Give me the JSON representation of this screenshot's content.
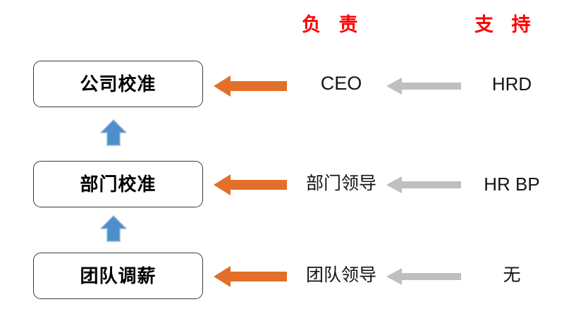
{
  "headers": {
    "responsible": "负 责",
    "support": "支 持"
  },
  "colors": {
    "header_red": "#FF0000",
    "orange_arrow": "#E2702A",
    "gray_arrow": "#BFBFBF",
    "blue_arrow": "#4C8FCB",
    "box_border": "#3B3B3B",
    "text": "#000000"
  },
  "rows": [
    {
      "process": "公司校准",
      "responsible": "CEO",
      "support": "HRD",
      "responsible_is_cjk": false,
      "support_is_cjk": false
    },
    {
      "process": "部门校准",
      "responsible": "部门领导",
      "support": "HR BP",
      "responsible_is_cjk": true,
      "support_is_cjk": false
    },
    {
      "process": "团队调薪",
      "responsible": "团队领导",
      "support": "无",
      "responsible_is_cjk": true,
      "support_is_cjk": true
    }
  ],
  "flow": {
    "escalation_arrow_count": 2,
    "escalation_direction": "up"
  },
  "icons": {
    "escalation": "arrow-up-icon",
    "responsible": "arrow-left-orange-icon",
    "support": "arrow-left-gray-icon"
  }
}
